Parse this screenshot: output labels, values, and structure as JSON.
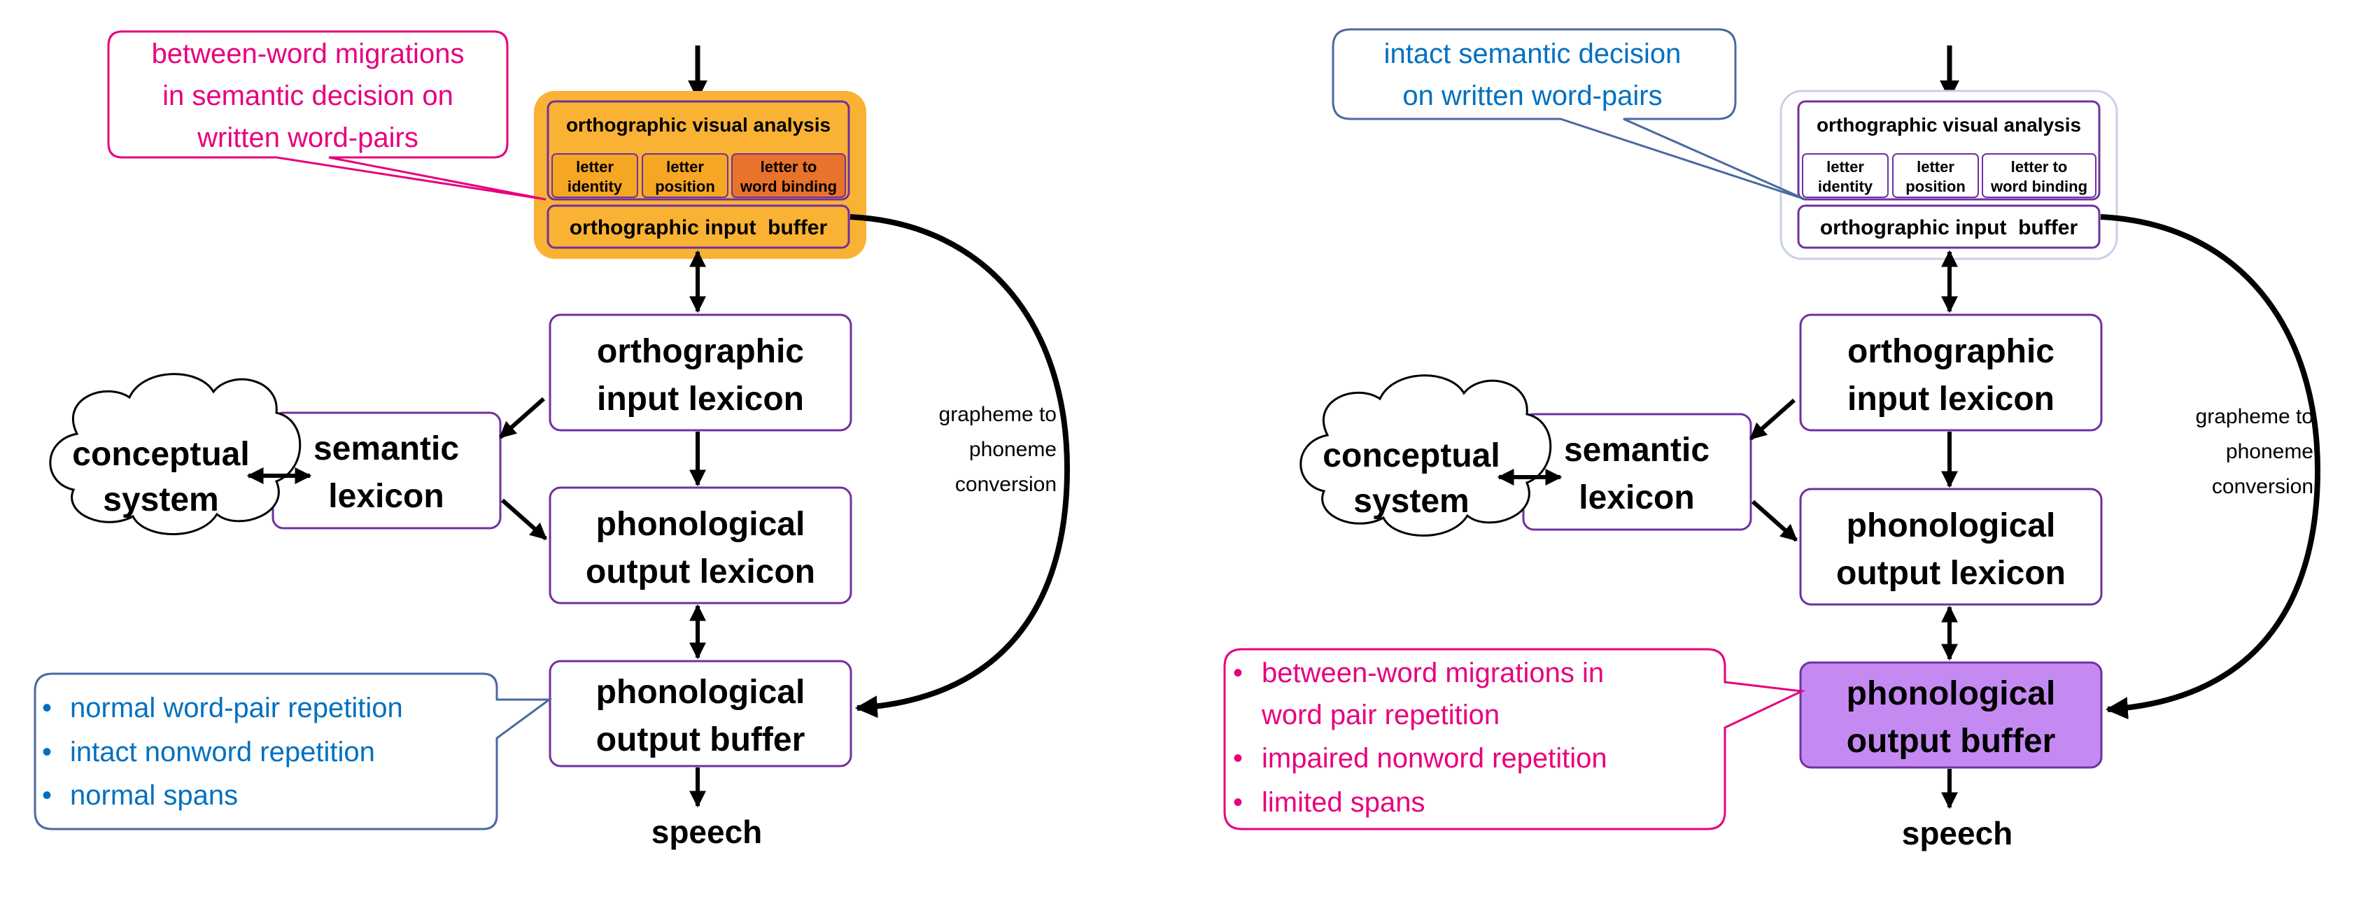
{
  "colors": {
    "box_border": "#7030a0",
    "arrow": "#000000",
    "orange_group": "#f9b233",
    "orange_cell": "#f5a623",
    "dark_orange_cell": "#e8732a",
    "purple_fill": "#c58af2",
    "magenta": "#e6007e",
    "blue": "#0070c0",
    "gray_callout": "#4a6aa0"
  },
  "left": {
    "ova_title": "orthographic visual analysis",
    "cells": [
      {
        "line1": "letter",
        "line2": "identity"
      },
      {
        "line1": "letter",
        "line2": "position"
      },
      {
        "line1": "letter to",
        "line2": "word binding"
      }
    ],
    "input_buffer": "orthographic input  buffer",
    "ortho_lexicon": {
      "line1": "orthographic",
      "line2": "input lexicon"
    },
    "semantic": {
      "line1": "semantic",
      "line2": "lexicon"
    },
    "conceptual": {
      "line1": "conceptual",
      "line2": "system"
    },
    "phon_lexicon": {
      "line1": "phonological",
      "line2": "output lexicon"
    },
    "phon_buffer": {
      "line1": "phonological",
      "line2": "output buffer"
    },
    "speech": "speech",
    "gpc": {
      "line1": "grapheme to",
      "line2": "phoneme",
      "line3": "conversion"
    },
    "callout_top": {
      "line1": "between-word migrations",
      "line2": "in semantic decision on",
      "line3": "written word-pairs"
    },
    "callout_bottom": [
      "normal word-pair repetition",
      "intact nonword repetition",
      "normal spans"
    ]
  },
  "right": {
    "ova_title": "orthographic visual analysis",
    "cells": [
      {
        "line1": "letter",
        "line2": "identity"
      },
      {
        "line1": "letter",
        "line2": "position"
      },
      {
        "line1": "letter to",
        "line2": "word binding"
      }
    ],
    "input_buffer": "orthographic input  buffer",
    "ortho_lexicon": {
      "line1": "orthographic",
      "line2": "input lexicon"
    },
    "semantic": {
      "line1": "semantic",
      "line2": "lexicon"
    },
    "conceptual": {
      "line1": "conceptual",
      "line2": "system"
    },
    "phon_lexicon": {
      "line1": "phonological",
      "line2": "output lexicon"
    },
    "phon_buffer": {
      "line1": "phonological",
      "line2": "output buffer"
    },
    "speech": "speech",
    "gpc": {
      "line1": "grapheme to",
      "line2": "phoneme",
      "line3": "conversion"
    },
    "callout_top": {
      "line1": "intact semantic decision",
      "line2": "on written word-pairs"
    },
    "callout_bottom": [
      {
        "line1": "between-word migrations in",
        "line2": "word pair repetition"
      },
      {
        "line1": "impaired nonword repetition"
      },
      {
        "line1": "limited spans"
      }
    ]
  }
}
